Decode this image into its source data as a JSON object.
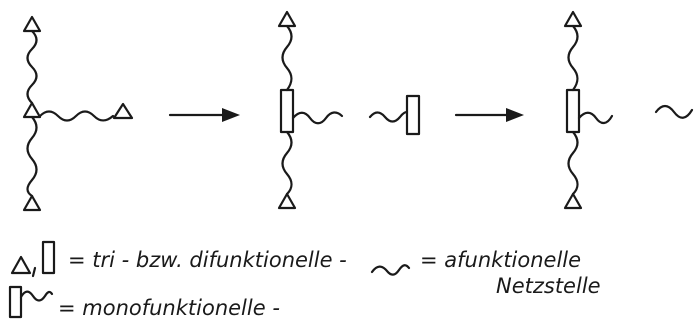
{
  "legend": {
    "line1_text": "= tri - bzw. difunktionelle -",
    "line1_right": "= afunktionelle",
    "line1_right_cont": "Netzstelle",
    "line2_text": "= monofunktionelle -"
  },
  "icons": {
    "triangle": "triangle-icon",
    "rectangle": "rectangle-icon",
    "wave": "wave-icon",
    "arrow": "arrow-icon"
  }
}
